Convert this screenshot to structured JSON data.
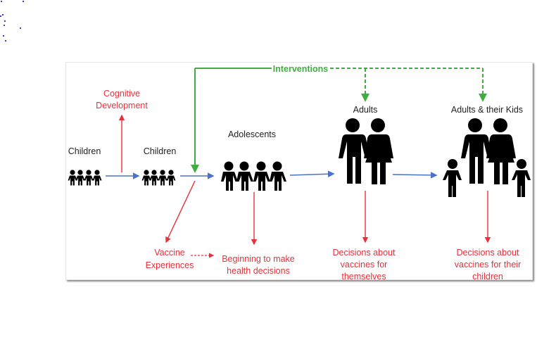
{
  "diagram": {
    "colors": {
      "flow_arrow": "#4a72c8",
      "outcome": "#e8303a",
      "intervention": "#3fae3f",
      "figure": "#000000"
    },
    "interventions_label": "Interventions",
    "stages": [
      {
        "label": "Children",
        "icon": "four-small-children-icon"
      },
      {
        "label": "Children",
        "icon": "four-small-children-icon"
      },
      {
        "label": "Adolescents",
        "icon": "four-adolescents-icon"
      },
      {
        "label": "Adults",
        "icon": "adult-couple-icon"
      },
      {
        "label": "Adults & their Kids",
        "icon": "family-icon"
      }
    ],
    "outcomes": {
      "cognitive": [
        "Cognitive",
        "Development"
      ],
      "vaccine_exp": [
        "Vaccine",
        "Experiences"
      ],
      "adolescent": [
        "Beginning to make",
        "health decisions"
      ],
      "adult": [
        "Decisions about",
        "vaccines for",
        "themselves"
      ],
      "family": [
        "Decisions about",
        "vaccines for their",
        "children"
      ]
    }
  }
}
